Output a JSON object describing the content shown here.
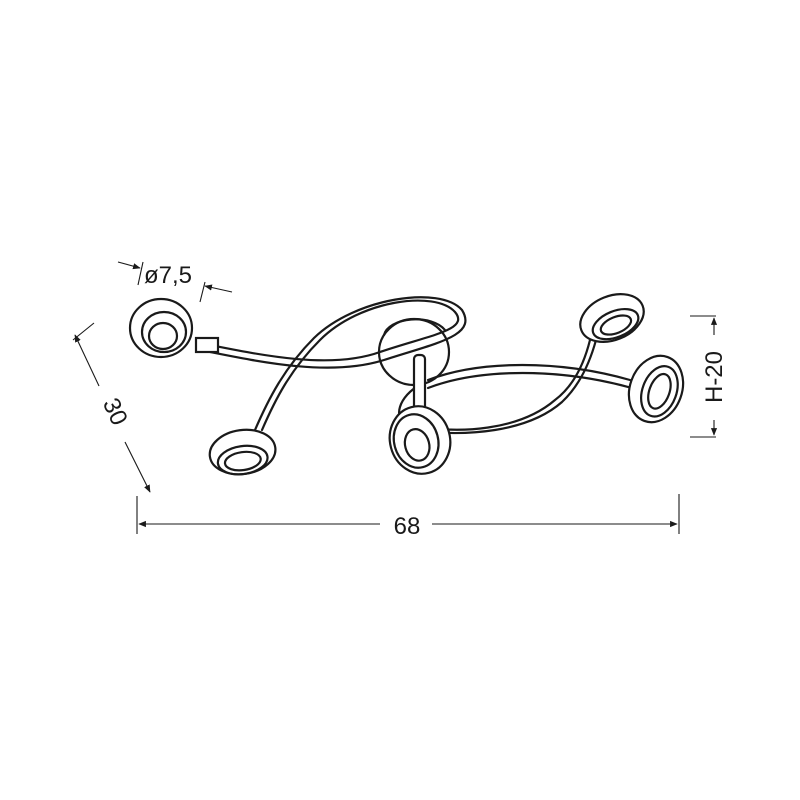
{
  "dimensions": {
    "diameter": "ø7,5",
    "depth": "30",
    "width": "68",
    "height": "H-20"
  },
  "colors": {
    "line": "#1a1a1a",
    "background": "#ffffff"
  }
}
